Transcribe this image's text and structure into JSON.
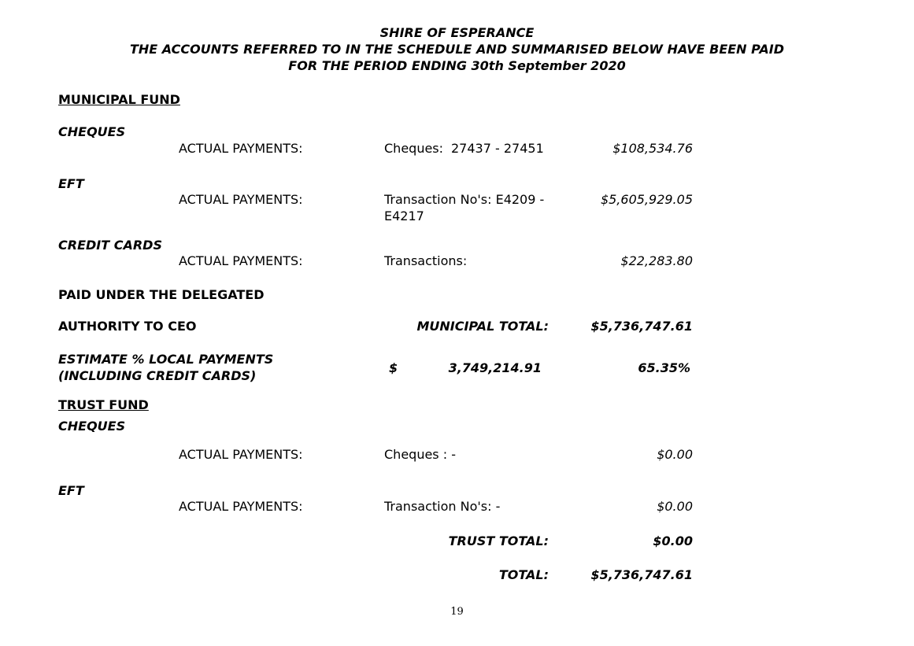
{
  "header": {
    "line1": "SHIRE OF ESPERANCE",
    "line2": "THE ACCOUNTS REFERRED TO IN THE SCHEDULE AND SUMMARISED BELOW HAVE BEEN PAID",
    "line3": "FOR THE PERIOD ENDING 30th September 2020"
  },
  "municipal": {
    "heading": "MUNICIPAL FUND",
    "cheques": {
      "label": "CHEQUES",
      "type": "ACTUAL PAYMENTS:",
      "ref_label": "Cheques:",
      "ref_value": "27437 - 27451",
      "amount": "$108,534.76"
    },
    "eft": {
      "label": "EFT",
      "type": "ACTUAL PAYMENTS:",
      "ref_line1": "Transaction No's:  E4209 -",
      "ref_line2": "E4217",
      "amount": "$5,605,929.05"
    },
    "credit_cards": {
      "label": "CREDIT CARDS",
      "type": "ACTUAL PAYMENTS:",
      "ref": "Transactions:",
      "amount": "$22,283.80"
    },
    "delegated_line1": "PAID UNDER THE DELEGATED",
    "delegated_line2": "AUTHORITY TO CEO",
    "total_label": "MUNICIPAL TOTAL:",
    "total_amount": "$5,736,747.61",
    "estimate_line1": "ESTIMATE %  LOCAL PAYMENTS",
    "estimate_line2": "(INCLUDING CREDIT CARDS)",
    "estimate_currency": "$",
    "estimate_amount": "3,749,214.91",
    "estimate_percent": "65.35%"
  },
  "trust": {
    "heading": "TRUST FUND",
    "cheques": {
      "label": "CHEQUES",
      "type": "ACTUAL PAYMENTS:",
      "ref": "Cheques : -",
      "amount": "$0.00"
    },
    "eft": {
      "label": "EFT",
      "type": "ACTUAL PAYMENTS:",
      "ref": "Transaction No's: -",
      "amount": "$0.00"
    },
    "total_label": "TRUST TOTAL:",
    "total_amount": "$0.00"
  },
  "grand_total_label": "TOTAL:",
  "grand_total_amount": "$5,736,747.61",
  "page_number": "19"
}
